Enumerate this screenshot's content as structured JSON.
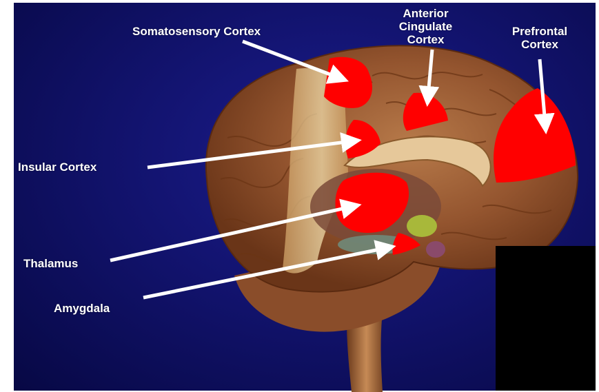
{
  "figure": {
    "labels": {
      "somatosensory": [
        "Somatosensory Cortex"
      ],
      "anterior_cingulate": [
        "Anterior",
        "Cingulate",
        "Cortex"
      ],
      "prefrontal": [
        "Prefrontal",
        "Cortex"
      ],
      "insular": [
        "Insular Cortex"
      ],
      "thalamus": [
        "Thalamus"
      ],
      "amygdala": [
        "Amygdala"
      ]
    },
    "colors": {
      "background": "#12136e",
      "highlight": "#ff0000",
      "arrow": "#ffffff",
      "brain": "#9a5a33"
    }
  }
}
